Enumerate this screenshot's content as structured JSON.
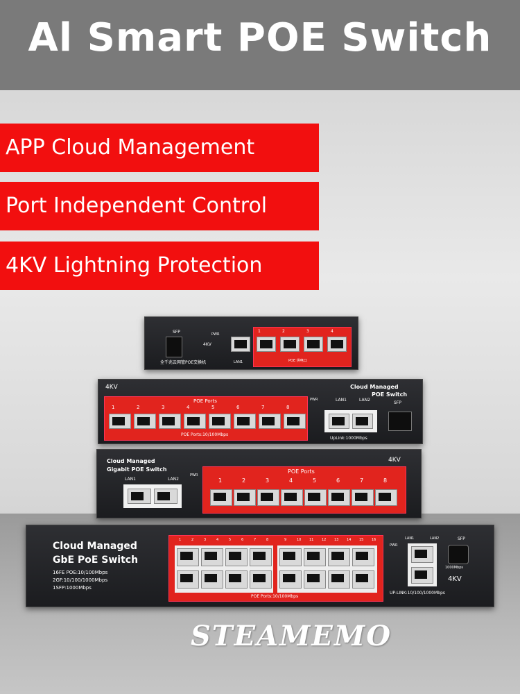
{
  "header": {
    "title": "Al Smart POE Switch"
  },
  "features": [
    {
      "label": "APP Cloud Management"
    },
    {
      "label": "Port Independent Control"
    },
    {
      "label": "4KV Lightning Protection"
    }
  ],
  "switch_4": {
    "sfp_label": "SFP",
    "pwr_label": "PWR",
    "kv_label": "4KV",
    "lan_label": "LAN1",
    "port_numbers": [
      "1",
      "2",
      "3",
      "4"
    ],
    "poe_label": "POE 供电口",
    "model_text": "全千兆云网管POE交换机"
  },
  "switch_8": {
    "kv_label": "4KV",
    "brand_line1": "Cloud Managed",
    "brand_line2": "POE Switch",
    "poe_ports_label": "POE Ports",
    "port_numbers": [
      "1",
      "2",
      "3",
      "4",
      "5",
      "6",
      "7",
      "8"
    ],
    "poe_speed_label": "POE Ports:10/100Mbps",
    "pwr_label": "PWR",
    "lan1": "LAN1",
    "lan2": "LAN2",
    "sfp_label": "SFP",
    "uplink_label": "UpLink:1000Mbps"
  },
  "switch_gig": {
    "brand_line1": "Cloud Managed",
    "brand_line2": "Gigabit POE Switch",
    "lan1": "LAN1",
    "lan2": "LAN2",
    "pwr_label": "PWR",
    "kv_label": "4KV",
    "poe_ports_label": "POE Ports",
    "port_numbers": [
      "1",
      "2",
      "3",
      "4",
      "5",
      "6",
      "7",
      "8"
    ]
  },
  "switch_16": {
    "brand_line1": "Cloud Managed",
    "brand_line2": "GbE PoE Switch",
    "spec1": "16FE POE:10/100Mbps",
    "spec2": "2GF:10/100/1000Mbps",
    "spec3": "1SFP:1000Mbps",
    "port_numbers": [
      "1",
      "2",
      "3",
      "4",
      "5",
      "6",
      "7",
      "8",
      "9",
      "10",
      "11",
      "12",
      "13",
      "14",
      "15",
      "16"
    ],
    "poe_speed_label": "POE Ports:10/100Mbps",
    "pwr_label": "PWR",
    "lan1": "LAN1",
    "lan2": "LAN2",
    "sfp_label": "SFP",
    "sfp_speed": "1000Mbps",
    "kv_label": "4KV",
    "uplink_label": "UP-LINK:10/100/1000Mbps"
  },
  "brand": {
    "name": "STEAMEMO"
  }
}
